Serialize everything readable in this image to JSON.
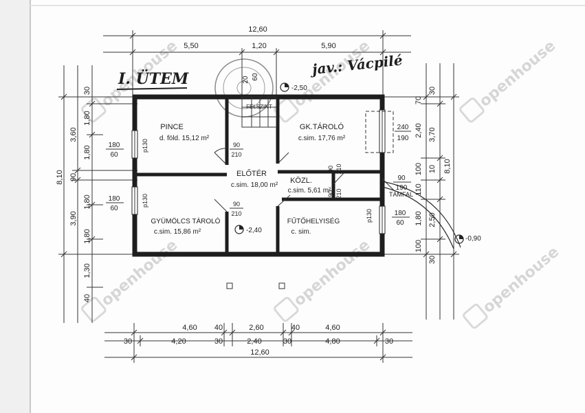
{
  "title": "I. ÜTEM",
  "handwritten_note": "jav.: Vácpilé",
  "watermark": "openhouse",
  "rooms": {
    "pince": {
      "name": "PINCE",
      "detail": "d. föld. 15,12 m²"
    },
    "gk": {
      "name": "GK.TÁROLÓ",
      "detail": "c.sim. 17,76 m²"
    },
    "eloter": {
      "name": "ELŐTÉR",
      "detail": "c.sim. 18,00 m²"
    },
    "kozl": {
      "name": "KÖZL.",
      "detail": "c.sim. 5,61 m²"
    },
    "gyumolcs": {
      "name": "GYÜMÖLCS TÁROLÓ",
      "detail": "c.sim. 15,86 m²"
    },
    "futo": {
      "name": "FŰTŐHELYISÉG",
      "detail": "c. sim."
    }
  },
  "labels": {
    "stair": "FÉLSZINT",
    "tamfal": "TÁMFAL",
    "elev_top": "-2,50",
    "elev_mid": "-2,40",
    "elev_out": "-0,90"
  },
  "dims_top": {
    "total": "12,60",
    "a": "5,50",
    "b": "1,20",
    "c": "5,90"
  },
  "dims_bottom": {
    "total": "12,60",
    "r1": [
      "4,60",
      "40",
      "2,60",
      "40",
      "4,60"
    ],
    "r2": [
      "30",
      "4,20",
      "30",
      "2,40",
      "30",
      "4,80",
      "30"
    ]
  },
  "dims_left": {
    "total": "8,10",
    "outer": [
      "3,60",
      "90",
      "3,90"
    ],
    "inner": [
      "30",
      "1,80",
      "1,80",
      "1,80",
      "1,80",
      "1,30",
      "40"
    ]
  },
  "dims_right": {
    "total": "8,10",
    "outer": [
      "30",
      "3,70",
      "10",
      "2,50",
      "30"
    ],
    "inner": [
      "70",
      "2,40",
      "100",
      "110",
      "1,80",
      "100"
    ]
  },
  "openings": {
    "w_pince_a": "180",
    "w_pince_b": "60",
    "w_pince_p": "p130",
    "w_gyum_a": "180",
    "w_gyum_b": "60",
    "w_gyum_p": "p130",
    "d1_a": "90",
    "d1_b": "210",
    "d2_a": "90",
    "d2_b": "210",
    "d3_a": "90",
    "d3_b": "210",
    "d4_a": "90",
    "d4_b": "210",
    "d5_a": "90",
    "d5_b": "190",
    "w_futo_a": "180",
    "w_futo_b": "60",
    "w_futo_p": "p130",
    "gk_door_a": "240",
    "gk_door_b": "190",
    "stair_a": "20",
    "stair_b": "60"
  }
}
